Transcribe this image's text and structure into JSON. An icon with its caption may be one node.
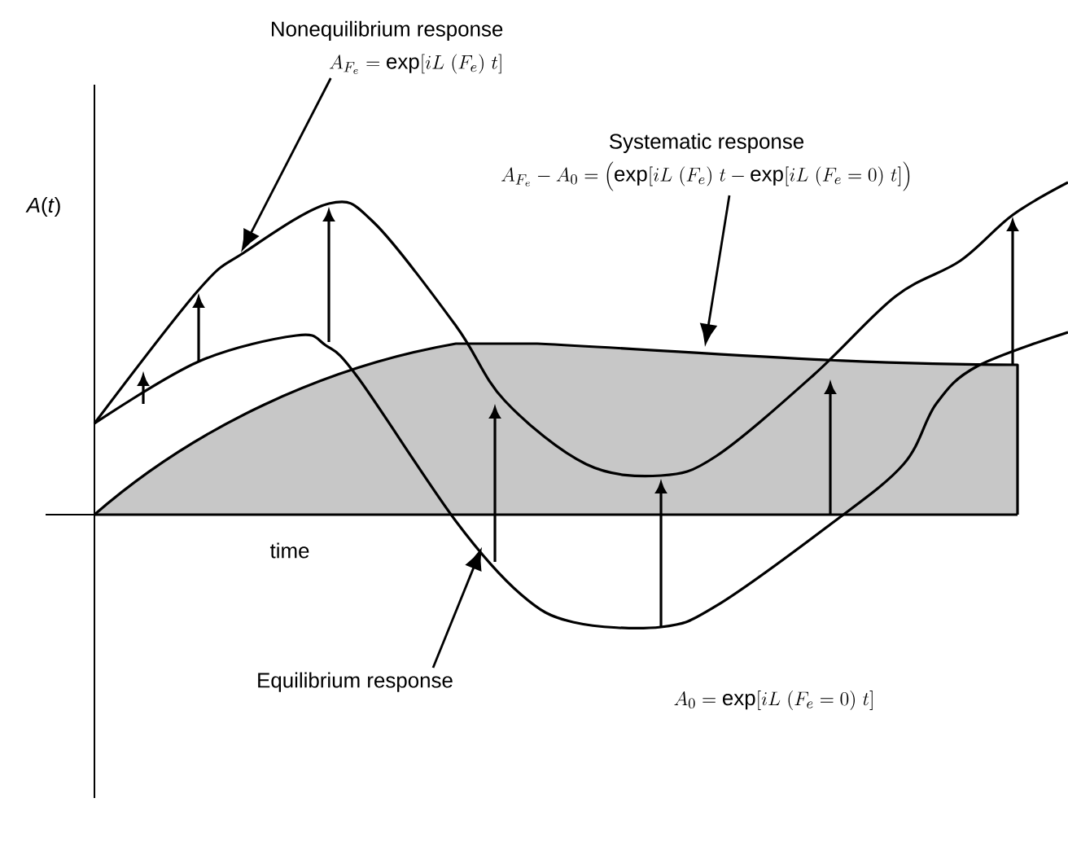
{
  "diagram": {
    "nodes": [
      {
        "text": [
          "Nonequilibrium response",
          "A_{F_e} = \\mathrm{exp}[iL\\ (F_e)\\ t]"
        ]
      },
      {
        "text": [
          "Systematic response",
          "A_{F_e} - A_0 = \\Big(\\mathrm{exp}[iL\\ (F_e)\\ t - \\mathrm{exp}[iL\\ (F_e = 0)\\ t]\\Big)"
        ]
      },
      {
        "text": [
          "Equilibrium response"
        ]
      }
    ],
    "edges": [
      {
        "from": 0,
        "to": null,
        "arrow": "to"
      },
      {
        "from": 1,
        "to": null,
        "arrow": "to"
      },
      {
        "from": 2,
        "to": null,
        "arrow": "to"
      }
    ],
    "labels": [
      "*A*(*t*)",
      "time",
      "A_0 = \\mathrm{exp}[iL\\ (F_e = 0)\\ t]"
    ]
  }
}
